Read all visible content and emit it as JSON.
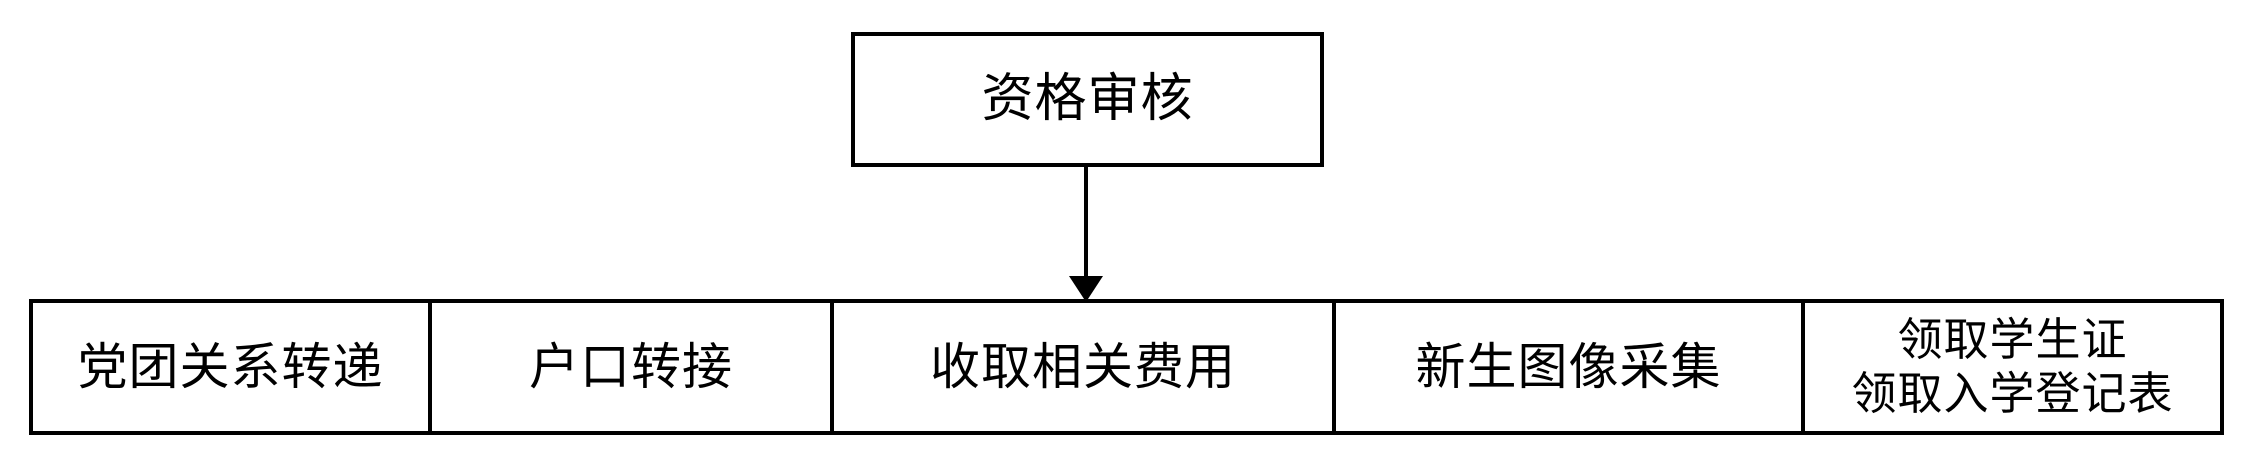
{
  "diagram": {
    "type": "flowchart",
    "title": "",
    "orientation": "top-down",
    "colors": {
      "line": "#000000",
      "fill": "#ffffff",
      "text": "#000000"
    },
    "top_node": {
      "label": "资格审核"
    },
    "connector": {
      "icon": "down-arrow-icon",
      "direction": "down",
      "from": "资格审核",
      "to": "收取相关费用"
    },
    "row_nodes": [
      {
        "label": "党团关系转递",
        "lines": [
          "党团关系转递"
        ]
      },
      {
        "label": "户口转接",
        "lines": [
          "户口转接"
        ]
      },
      {
        "label": "收取相关费用",
        "lines": [
          "收取相关费用"
        ]
      },
      {
        "label": "新生图像采集",
        "lines": [
          "新生图像采集"
        ]
      },
      {
        "label": "领取学生证 领取入学登记表",
        "lines": [
          "领取学生证",
          "领取入学登记表"
        ]
      }
    ]
  }
}
